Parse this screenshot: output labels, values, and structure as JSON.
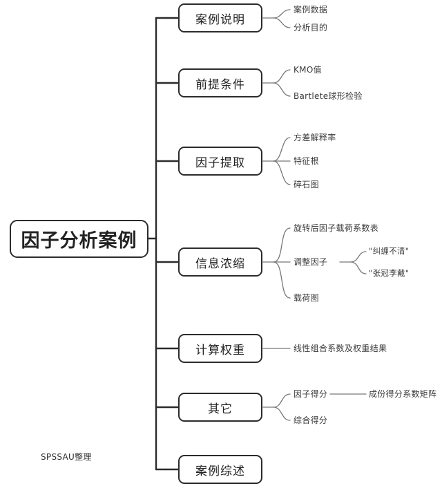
{
  "diagram": {
    "title": "因子分析案例",
    "footer": "SPSSAU整理",
    "colors": {
      "box_stroke": "#2b2b2b",
      "spine_stroke": "#2b2b2b",
      "leaf_stroke": "#777777",
      "text": "#222222",
      "background": "#ffffff"
    },
    "root": {
      "label": "因子分析案例"
    },
    "branches": [
      {
        "label": "案例说明",
        "leaves": [
          {
            "label": "案例数据",
            "children": []
          },
          {
            "label": "分析目的",
            "children": []
          }
        ]
      },
      {
        "label": "前提条件",
        "leaves": [
          {
            "label": "KMO值",
            "children": []
          },
          {
            "label": "Bartlete球形检验",
            "children": []
          }
        ]
      },
      {
        "label": "因子提取",
        "leaves": [
          {
            "label": "方差解释率",
            "children": []
          },
          {
            "label": "特征根",
            "children": []
          },
          {
            "label": "碎石图",
            "children": []
          }
        ]
      },
      {
        "label": "信息浓缩",
        "leaves": [
          {
            "label": "旋转后因子载荷系数表",
            "children": []
          },
          {
            "label": "调整因子",
            "children": [
              "\"纠缠不清\"",
              "\"张冠李戴\""
            ]
          },
          {
            "label": "载荷图",
            "children": []
          }
        ]
      },
      {
        "label": "计算权重",
        "leaves": [
          {
            "label": "线性组合系数及权重结果",
            "children": []
          }
        ]
      },
      {
        "label": "其它",
        "leaves": [
          {
            "label": "因子得分",
            "children": [
              "成份得分系数矩阵"
            ]
          },
          {
            "label": "综合得分",
            "children": []
          }
        ]
      },
      {
        "label": "案例综述",
        "leaves": []
      }
    ]
  }
}
